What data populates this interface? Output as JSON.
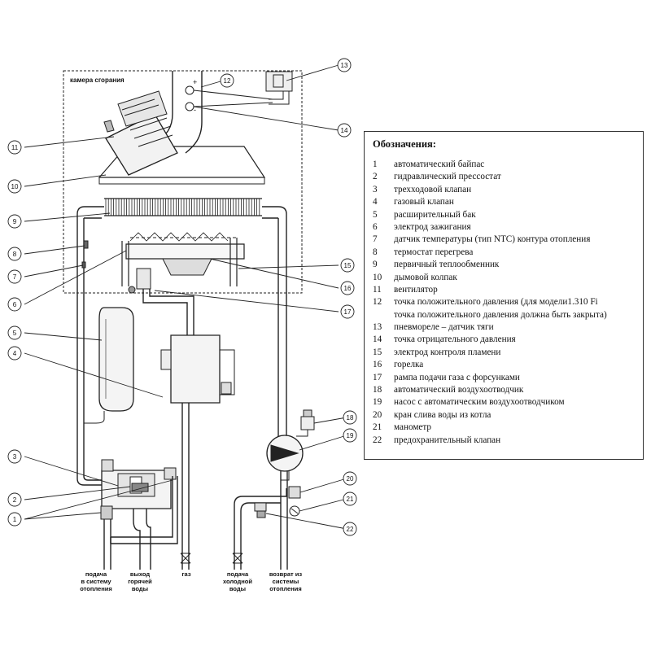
{
  "chamber_label": "камера сгорания",
  "polarity": {
    "plus": "+",
    "minus": "-"
  },
  "callouts": [
    "1",
    "2",
    "3",
    "4",
    "5",
    "6",
    "7",
    "8",
    "9",
    "10",
    "11",
    "12",
    "13",
    "14",
    "15",
    "16",
    "17",
    "18",
    "19",
    "20",
    "21",
    "22"
  ],
  "callout_one_extra": "1",
  "bottom_labels": {
    "supply": [
      "подача",
      "в систему",
      "отопления"
    ],
    "hot": [
      "выход",
      "горячей",
      "воды"
    ],
    "gas": [
      "газ"
    ],
    "cold": [
      "подача",
      "холодной",
      "воды"
    ],
    "return": [
      "возврат из",
      "системы",
      "отопления"
    ]
  },
  "legend": {
    "title": "Обозначения:",
    "items": [
      {
        "n": "1",
        "text": "автоматический байпас"
      },
      {
        "n": "2",
        "text": "гидравлический прессостат"
      },
      {
        "n": "3",
        "text": "трехходовой клапан"
      },
      {
        "n": "4",
        "text": "газовый клапан"
      },
      {
        "n": "5",
        "text": "расширительный бак"
      },
      {
        "n": "6",
        "text": "электрод зажигания"
      },
      {
        "n": "7",
        "text": "датчик температуры (тип NTC) контура отопления"
      },
      {
        "n": "8",
        "text": "термостат перегрева"
      },
      {
        "n": "9",
        "text": "первичный теплообменник"
      },
      {
        "n": "10",
        "text": "дымовой колпак"
      },
      {
        "n": "11",
        "text": "вентилятор"
      },
      {
        "n": "12",
        "text": "точка положительного давления (для модели1.310 Fi"
      },
      {
        "n": "",
        "text": "точка положительного давления должна быть закрыта)"
      },
      {
        "n": "13",
        "text": "пневмореле – датчик тяги"
      },
      {
        "n": "14",
        "text": "точка отрицательного давления"
      },
      {
        "n": "15",
        "text": "электрод контроля пламени"
      },
      {
        "n": "16",
        "text": "горелка"
      },
      {
        "n": "17",
        "text": "рампа подачи газа с форсунками"
      },
      {
        "n": "18",
        "text": "автоматический воздухоотводчик"
      },
      {
        "n": "19",
        "text": "насос с автоматическим воздухоотводчиком"
      },
      {
        "n": "20",
        "text": "кран слива воды из котла"
      },
      {
        "n": "21",
        "text": "манометр"
      },
      {
        "n": "22",
        "text": "предохранительный клапан"
      }
    ]
  }
}
